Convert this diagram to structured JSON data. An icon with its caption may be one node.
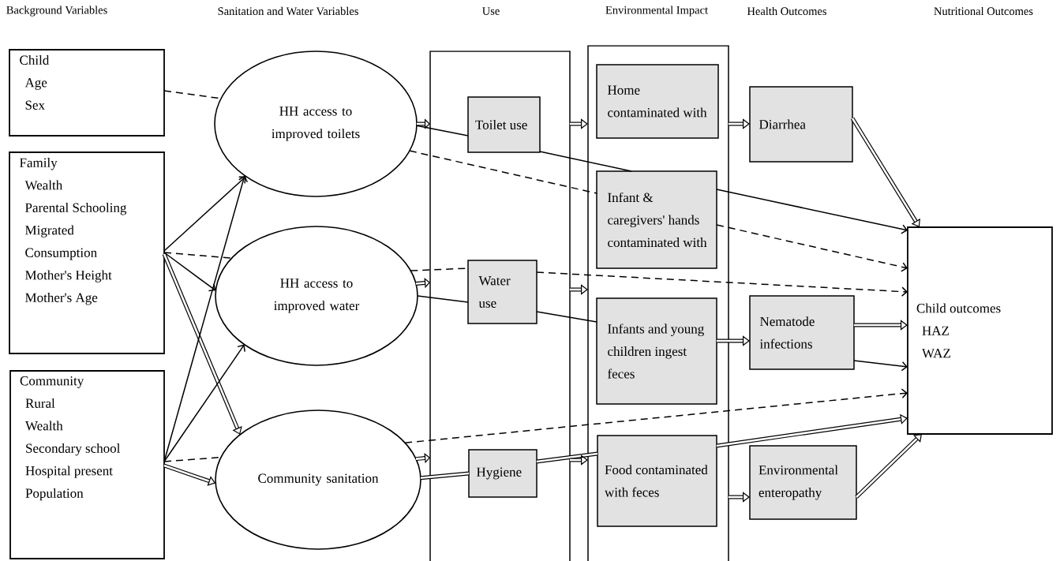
{
  "diagram": {
    "nodes": [
      {
        "text": [
          "Child",
          "Age",
          "Sex"
        ]
      },
      {
        "text": [
          "Family",
          "Wealth",
          "Parental Schooling",
          "Migrated",
          "Consumption",
          "Mother's Height",
          "Mother's Age"
        ]
      },
      {
        "text": [
          "Community",
          "Rural",
          "Wealth",
          "Secondary school",
          "Hospital present",
          "Population"
        ]
      },
      {
        "text": [
          "HH access to improved toilets"
        ]
      },
      {
        "text": [
          "HH access to improved water"
        ]
      },
      {
        "text": [
          "Community sanitation"
        ]
      },
      {
        "text": [],
        "shape": "box"
      },
      {
        "text": [
          "Toilet use"
        ],
        "in": 6
      },
      {
        "text": [
          "Water use"
        ],
        "in": 6
      },
      {
        "text": [
          "Hygiene"
        ],
        "in": 6
      },
      {
        "text": [],
        "shape": "box"
      },
      {
        "text": [
          "Home contaminated with"
        ],
        "in": 10
      },
      {
        "text": [
          "Infant & caregivers' hands contaminated with"
        ],
        "in": 10
      },
      {
        "text": [
          "Infants and young children ingest feces"
        ],
        "in": 10
      },
      {
        "text": [
          "Food contaminated with feces"
        ],
        "in": 10
      },
      {
        "text": [
          "Diarrhea"
        ]
      },
      {
        "text": [
          "Nematode infections"
        ]
      },
      {
        "text": [
          "Environmental enteropathy"
        ]
      },
      {
        "text": [
          "Child outcomes",
          "HAZ",
          "WAZ"
        ]
      }
    ],
    "edges": [
      {
        "from": 0,
        "to": 3,
        "arrow": "none",
        "style": "dashed"
      },
      {
        "from": 1,
        "to": 3,
        "arrow": "to"
      },
      {
        "from": 1,
        "to": 4,
        "arrow": "none",
        "style": "dashed"
      },
      {
        "from": 1,
        "to": 4,
        "arrow": "to"
      },
      {
        "from": 1,
        "to": 5,
        "arrow": "to",
        "style": "thick"
      },
      {
        "from": 2,
        "to": 3,
        "arrow": "to"
      },
      {
        "from": 2,
        "to": 4,
        "arrow": "to"
      },
      {
        "from": 2,
        "to": 5,
        "arrow": "none",
        "style": "dashed"
      },
      {
        "from": 2,
        "to": 5,
        "arrow": "to",
        "style": "thick"
      },
      {
        "from": 3,
        "to": 6,
        "arrow": "to",
        "style": "thick"
      },
      {
        "from": 4,
        "to": 6,
        "arrow": "to",
        "style": "thick"
      },
      {
        "from": 5,
        "to": 6,
        "arrow": "to",
        "style": "thick"
      },
      {
        "from": 3,
        "to": 7,
        "arrow": "none"
      },
      {
        "from": 7,
        "to": 12,
        "arrow": "none"
      },
      {
        "from": 12,
        "to": 18,
        "arrow": "to"
      },
      {
        "from": 3,
        "to": 12,
        "arrow": "none",
        "style": "dashed"
      },
      {
        "from": 12,
        "to": 18,
        "arrow": "to",
        "style": "dashed"
      },
      {
        "from": 4,
        "to": 8,
        "arrow": "none",
        "style": "dashed"
      },
      {
        "from": 8,
        "to": 18,
        "arrow": "to",
        "style": "dashed"
      },
      {
        "from": 4,
        "to": 8,
        "arrow": "none"
      },
      {
        "from": 8,
        "to": 13,
        "arrow": "none"
      },
      {
        "from": 5,
        "to": 18,
        "arrow": "to",
        "style": "dashed"
      },
      {
        "from": 5,
        "to": 9,
        "arrow": "none",
        "style": "thick"
      },
      {
        "from": 9,
        "to": 14,
        "arrow": "none",
        "style": "thick"
      },
      {
        "from": 14,
        "to": 18,
        "arrow": "to",
        "style": "thick"
      },
      {
        "from": 6,
        "to": 10,
        "arrow": "to",
        "style": "thick"
      },
      {
        "from": 6,
        "to": 10,
        "arrow": "to",
        "style": "thick"
      },
      {
        "from": 6,
        "to": 10,
        "arrow": "to",
        "style": "thick"
      },
      {
        "from": 10,
        "to": 15,
        "arrow": "to",
        "style": "thick"
      },
      {
        "from": 13,
        "to": 16,
        "arrow": "to",
        "style": "thick"
      },
      {
        "from": 10,
        "to": 17,
        "arrow": "to",
        "style": "thick"
      },
      {
        "from": 15,
        "to": 18,
        "arrow": "to",
        "style": "thick"
      },
      {
        "from": 16,
        "to": 18,
        "arrow": "to",
        "style": "thick"
      },
      {
        "from": 16,
        "to": 18,
        "arrow": "to"
      },
      {
        "from": 17,
        "to": 18,
        "arrow": "to",
        "style": "thick"
      }
    ],
    "labels": [
      "Background Variables",
      "Sanitation and Water Variables",
      "Use",
      "Environmental Impact",
      "Health Outcomes",
      "Nutritional Outcomes"
    ]
  }
}
